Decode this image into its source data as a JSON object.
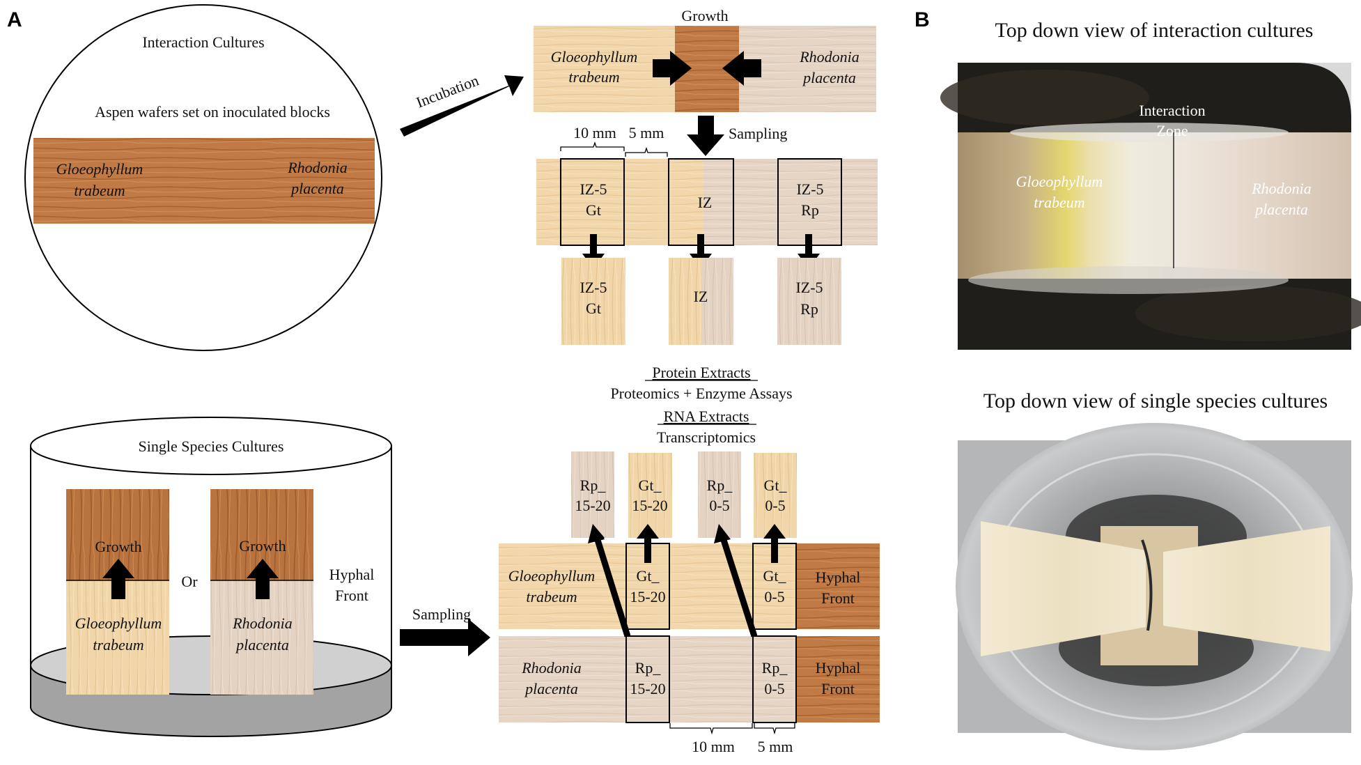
{
  "panel_a": {
    "letter": "A",
    "interaction": {
      "circle_title": "Interaction Cultures",
      "wafer_caption": "Aspen wafers set on inoculated blocks",
      "gt_name": [
        "Gloeophyllum",
        "trabeum"
      ],
      "rp_name": [
        "Rhodonia",
        "placenta"
      ],
      "incubation_label": "Incubation",
      "growth_label": "Growth",
      "sampling_label": "Sampling",
      "dim_10mm": "10 mm",
      "dim_5mm": "5 mm",
      "sample_iz5_gt": [
        "IZ-5",
        "Gt"
      ],
      "sample_iz": "IZ",
      "sample_iz5_rp": [
        "IZ-5",
        "Rp"
      ]
    },
    "extracts": {
      "protein_title": "Protein Extracts",
      "protein_methods": "Proteomics + Enzyme Assays",
      "rna_title": "RNA Extracts",
      "rna_methods": "Transcriptomics"
    },
    "single": {
      "cylinder_title": "Single Species Cultures",
      "growth_label": "Growth",
      "or_label": "Or",
      "hyphal_front": [
        "Hyphal",
        "Front"
      ],
      "gt_name": [
        "Gloeophyllum",
        "trabeum"
      ],
      "rp_name": [
        "Rhodonia",
        "placenta"
      ],
      "sampling_label": "Sampling",
      "sample_rp_15_20": [
        "Rp_",
        "15-20"
      ],
      "sample_gt_15_20": [
        "Gt_",
        "15-20"
      ],
      "sample_rp_0_5": [
        "Rp_",
        "0-5"
      ],
      "sample_gt_0_5": [
        "Gt_",
        "0-5"
      ],
      "dim_10mm": "10 mm",
      "dim_5mm": "5 mm"
    }
  },
  "panel_b": {
    "letter": "B",
    "top_title": "Top down view of interaction cultures",
    "interaction_zone": [
      "Interaction",
      "Zone"
    ],
    "gt_name": [
      "Gloeophyllum",
      "trabeum"
    ],
    "rp_name": [
      "Rhodonia",
      "placenta"
    ],
    "bottom_title": "Top down view of single species cultures"
  },
  "colors": {
    "gt_wood": "#f1d7ab",
    "rp_wood": "#e6d5c5",
    "dark_wood": "#c07a45",
    "arrow": "#000000"
  }
}
